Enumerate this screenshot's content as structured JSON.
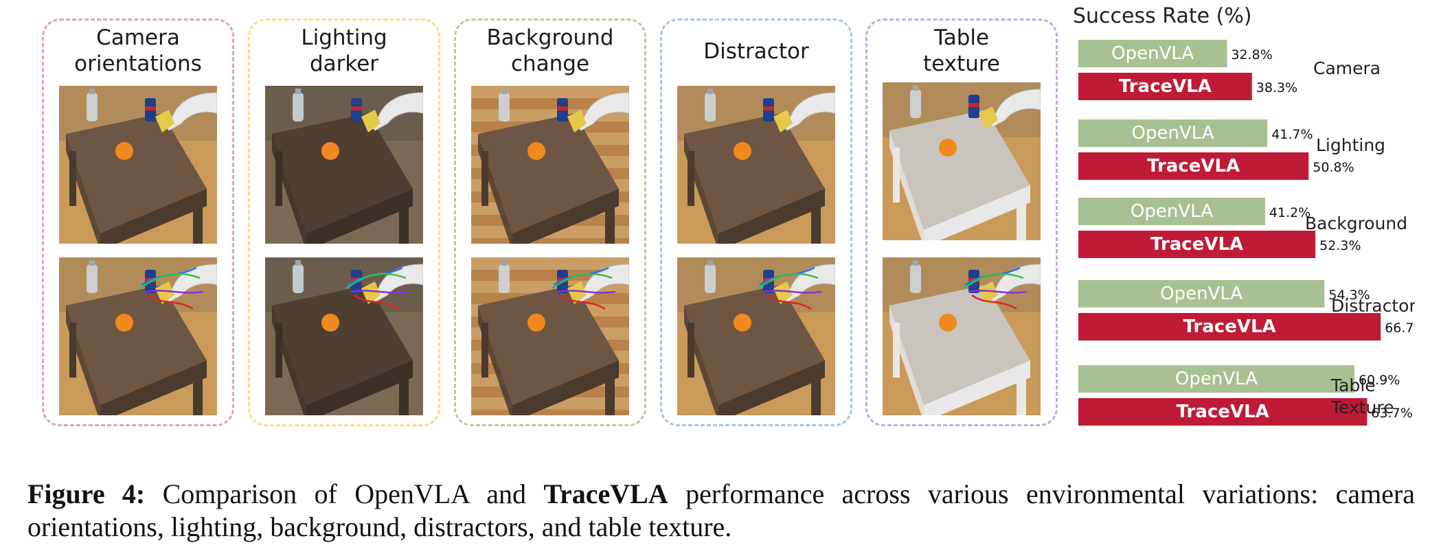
{
  "panels": [
    {
      "id": "camera",
      "title": "Camera\norientations",
      "border": "#e6a3b3"
    },
    {
      "id": "lighting",
      "title": "Lighting\ndarker",
      "border": "#f4df8f"
    },
    {
      "id": "background",
      "title": "Background\nchange",
      "border": "#b9cc9f"
    },
    {
      "id": "distractor",
      "title": "Distractor",
      "border": "#a9c6de"
    },
    {
      "id": "table",
      "title": "Table\ntexture",
      "border": "#c6acd9"
    }
  ],
  "colors": {
    "openvla": "#a8c193",
    "tracevla": "#bf1a36",
    "wood": "#6e5645",
    "marble": "#c9c4bd",
    "floor": "#c99a5a",
    "dark_floor": "#7a6a55",
    "orange": "#f08a1e"
  },
  "chart_data": {
    "type": "bar",
    "title": "Success Rate (%)",
    "categories": [
      "Camera",
      "Lighting",
      "Background",
      "Distractor",
      "Table\nTexture"
    ],
    "series": [
      {
        "name": "OpenVLA",
        "values": [
          32.8,
          41.7,
          41.2,
          54.3,
          60.9
        ]
      },
      {
        "name": "TraceVLA",
        "values": [
          38.3,
          50.8,
          52.3,
          66.7,
          63.7
        ]
      }
    ],
    "value_suffix": "%",
    "xlim": [
      0,
      70
    ]
  },
  "caption": {
    "label": "Figure 4:",
    "pre": "Comparison of OpenVLA and",
    "bold": "TraceVLA",
    "post": "performance across various environmental variations: camera orientations, lighting, background, distractors, and table texture."
  }
}
